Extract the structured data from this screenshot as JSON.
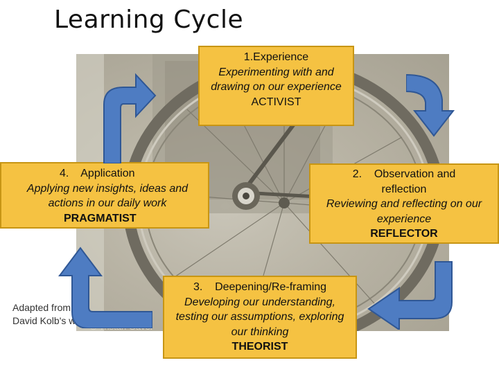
{
  "title": "Learning Cycle",
  "stages": [
    {
      "heading": "1.Experience",
      "description": "Experimenting with and drawing on our experience",
      "role": "ACTIVIST"
    },
    {
      "heading": "2.    Observation and reflection",
      "description": "Reviewing and reflecting on our experience",
      "role": "REFLECTOR"
    },
    {
      "heading": "3.    Deepening/Re-framing",
      "description": "Developing our understanding, testing our assumptions, exploring our thinking",
      "role": "THEORIST"
    },
    {
      "heading": "4.    Application",
      "description": "Applying new insights, ideas and actions in our daily work",
      "role": "PRAGMATIST"
    }
  ],
  "attribution": [
    "Adapted from",
    "David Kolb's work"
  ],
  "photo_watermark": "© Tristan Gavel",
  "colors": {
    "box_fill": "#f5c242",
    "arrow_fill": "#4e7cc2",
    "arrow_stroke": "#2f5795"
  }
}
